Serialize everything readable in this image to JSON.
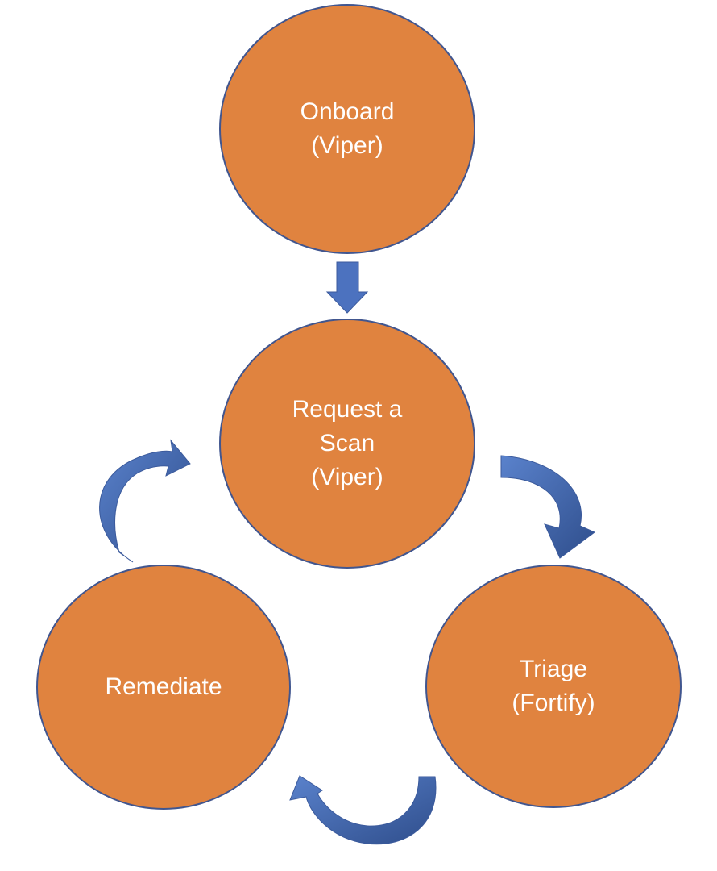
{
  "colors": {
    "node_fill": "#E0833F",
    "node_border": "#41568F",
    "node_text": "#FFFFFF",
    "arrow_fill": "#4C72BF",
    "arrow_dark": "#2F4E8C",
    "background": "#FFFFFF"
  },
  "nodes": {
    "onboard": {
      "line1": "Onboard",
      "line2": "(Viper)"
    },
    "request_scan": {
      "line1": "Request a",
      "line2": "Scan",
      "line3": "(Viper)"
    },
    "triage": {
      "line1": "Triage",
      "line2": "(Fortify)"
    },
    "remediate": {
      "line1": "Remediate"
    }
  },
  "edges": [
    {
      "from": "onboard",
      "to": "request_scan",
      "icon": "down-arrow-icon"
    },
    {
      "from": "request_scan",
      "to": "triage",
      "icon": "curved-arrow-icon"
    },
    {
      "from": "triage",
      "to": "remediate",
      "icon": "curved-arrow-icon"
    },
    {
      "from": "remediate",
      "to": "request_scan",
      "icon": "curved-arrow-icon"
    }
  ]
}
